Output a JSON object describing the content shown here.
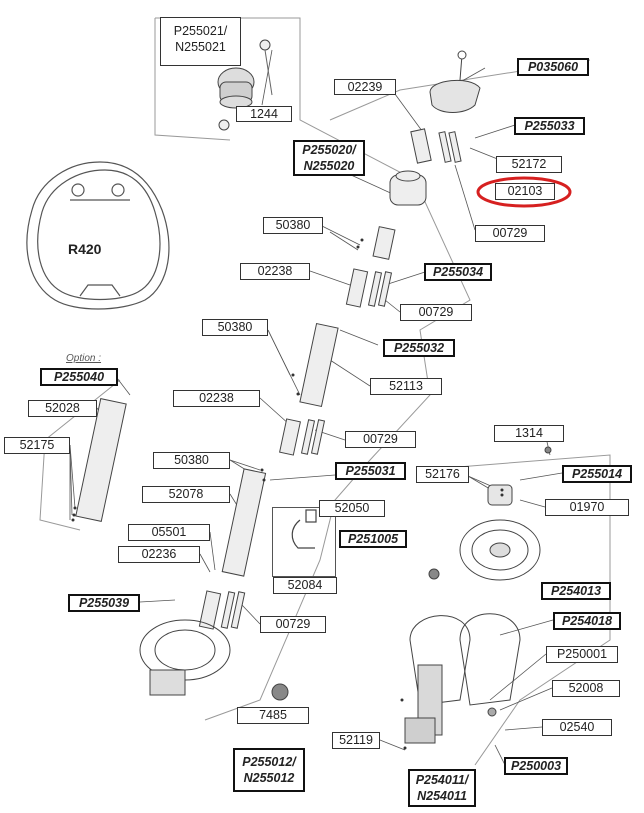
{
  "labels": {
    "p255021": "P255021/\nN255021",
    "l1244": "1244",
    "l02239": "02239",
    "p035060": "P035060",
    "p255033": "P255033",
    "p255020": "P255020/\nN255020",
    "l52172": "52172",
    "l02103": "02103",
    "l50380a": "50380",
    "l00729a": "00729",
    "l02238a": "02238",
    "p255034": "P255034",
    "l00729b": "00729",
    "l50380b": "50380",
    "p255032": "P255032",
    "l52113": "52113",
    "p255040": "P255040",
    "l52028": "52028",
    "l02238b": "02238",
    "l00729c": "00729",
    "l52175": "52175",
    "l1314": "1314",
    "l50380c": "50380",
    "p255031": "P255031",
    "l52176": "52176",
    "p255014": "P255014",
    "l52078": "52078",
    "l52050": "52050",
    "l01970": "01970",
    "p251005": "P251005",
    "l05501": "05501",
    "l02236": "02236",
    "l52084": "52084",
    "p254013": "P254013",
    "p255039": "P255039",
    "l00729d": "00729",
    "p254018": "P254018",
    "l7485": "7485",
    "p250001": "P250001",
    "l52008": "52008",
    "l02540": "02540",
    "l52119": "52119",
    "p250003": "P250003",
    "p255012": "P255012/\nN255012",
    "p254011": "P254011/\nN254011",
    "option": "Option :",
    "r420": "R420"
  },
  "highlight": {
    "color": "#d62020"
  }
}
